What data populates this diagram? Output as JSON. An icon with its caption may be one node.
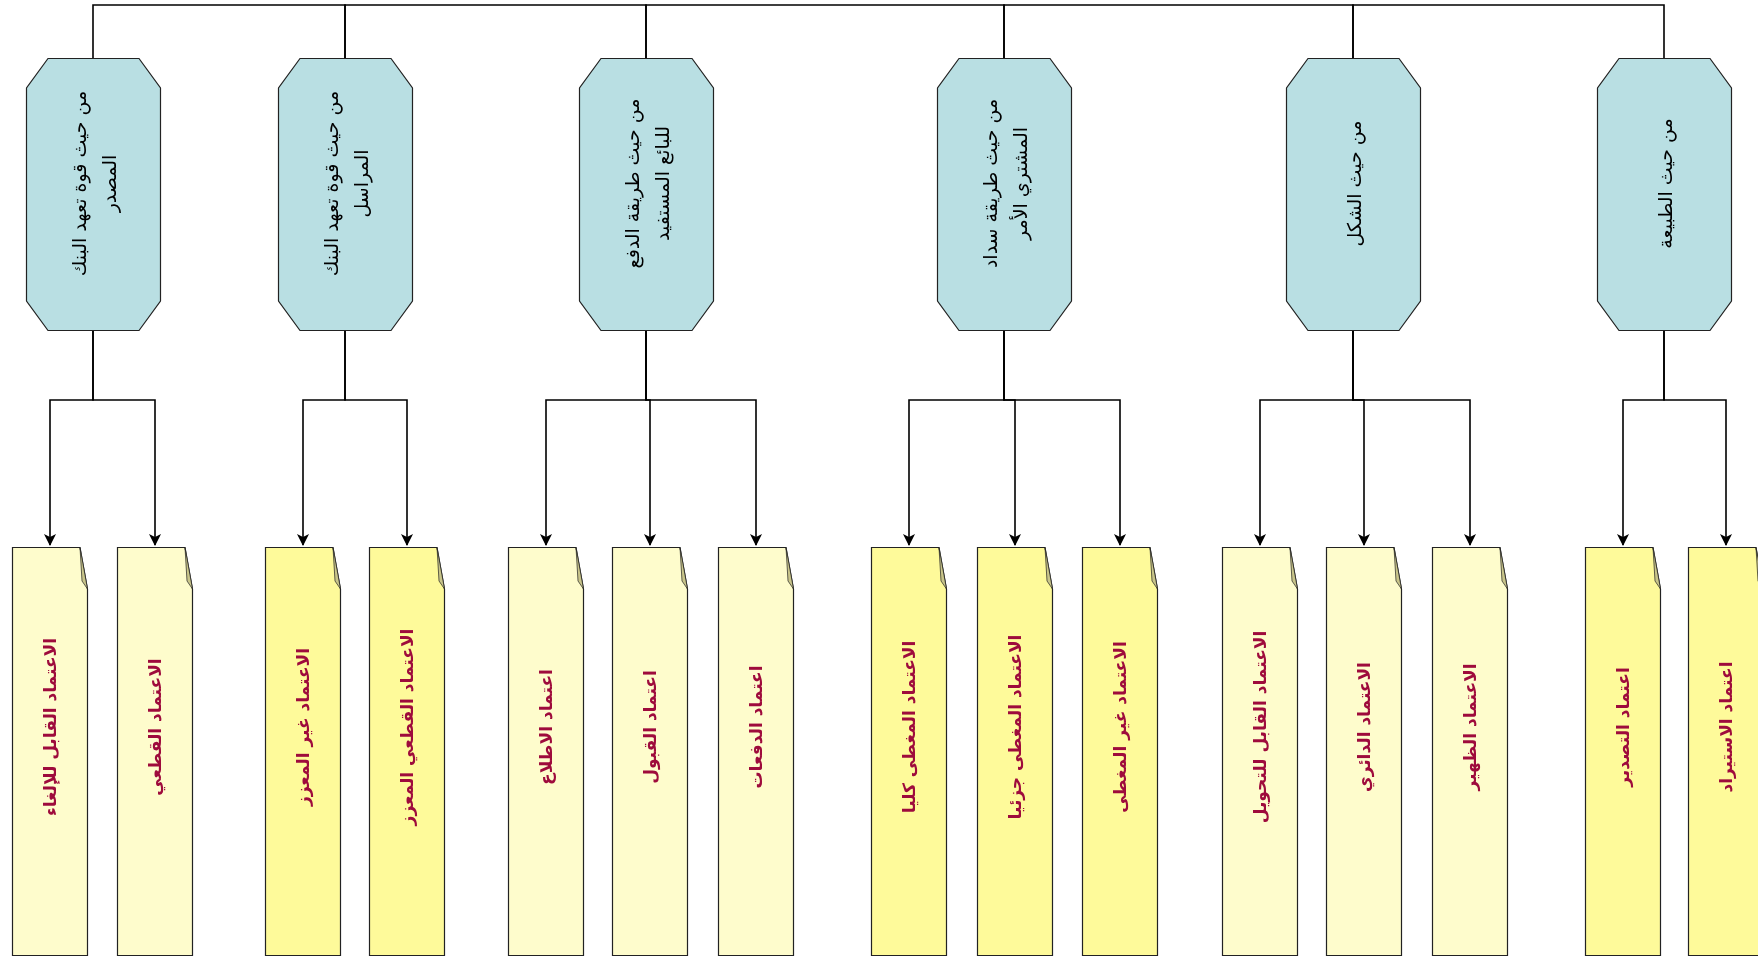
{
  "diagram": {
    "nodes": [
      {
        "text": [
          "من حيث قوة تعهد البنك المصدر"
        ]
      },
      {
        "text": [
          "من حيث قوة تعهد البنك المراسل"
        ]
      },
      {
        "text": [
          "من حيث طريقة الدفع للبائع المستفيد"
        ]
      },
      {
        "text": [
          "من حيث طريقة سداد المشتري الأمر"
        ]
      },
      {
        "text": [
          "من حيث الشكل"
        ]
      },
      {
        "text": [
          "من حيث الطبيعة"
        ]
      },
      {
        "text": [
          "الاعتماد القابل للإلغاء"
        ]
      },
      {
        "text": [
          "الاعتماد القطعي"
        ]
      },
      {
        "text": [
          "الاعتماد غير المعزز"
        ]
      },
      {
        "text": [
          "الاعتماد القطعي المعزز"
        ]
      },
      {
        "text": [
          "اعتماد الاطلاع"
        ]
      },
      {
        "text": [
          "اعتماد القبول"
        ]
      },
      {
        "text": [
          "اعتماد الدفعات"
        ]
      },
      {
        "text": [
          "الاعتماد المغطى كليا"
        ]
      },
      {
        "text": [
          "الاعتماد المغطى جزئيا"
        ]
      },
      {
        "text": [
          "الاعتماد غير المغطى"
        ]
      },
      {
        "text": [
          "الاعتماد القابل للتحويل"
        ]
      },
      {
        "text": [
          "الاعتماد الدائري"
        ]
      },
      {
        "text": [
          "الاعتماد الظهير"
        ]
      },
      {
        "text": [
          "اعتماد التصدير"
        ]
      },
      {
        "text": [
          "اعتماد الاستيراد"
        ]
      }
    ],
    "edges": [
      {
        "from": 0,
        "to": 1,
        "arrow": "none"
      },
      {
        "from": 1,
        "to": 2,
        "arrow": "none"
      },
      {
        "from": 2,
        "to": 3,
        "arrow": "none"
      },
      {
        "from": 3,
        "to": 4,
        "arrow": "none"
      },
      {
        "from": 4,
        "to": 5,
        "arrow": "none"
      },
      {
        "from": 0,
        "to": 6,
        "arrow": "to"
      },
      {
        "from": 0,
        "to": 7,
        "arrow": "to"
      },
      {
        "from": 1,
        "to": 8,
        "arrow": "to"
      },
      {
        "from": 1,
        "to": 9,
        "arrow": "to"
      },
      {
        "from": 2,
        "to": 10,
        "arrow": "to"
      },
      {
        "from": 2,
        "to": 11,
        "arrow": "to"
      },
      {
        "from": 2,
        "to": 12,
        "arrow": "to"
      },
      {
        "from": 3,
        "to": 13,
        "arrow": "to"
      },
      {
        "from": 3,
        "to": 14,
        "arrow": "to"
      },
      {
        "from": 3,
        "to": 15,
        "arrow": "to"
      },
      {
        "from": 4,
        "to": 16,
        "arrow": "to"
      },
      {
        "from": 4,
        "to": 17,
        "arrow": "to"
      },
      {
        "from": 4,
        "to": 18,
        "arrow": "to"
      },
      {
        "from": 5,
        "to": 19,
        "arrow": "to"
      },
      {
        "from": 5,
        "to": 20,
        "arrow": "to"
      }
    ]
  }
}
